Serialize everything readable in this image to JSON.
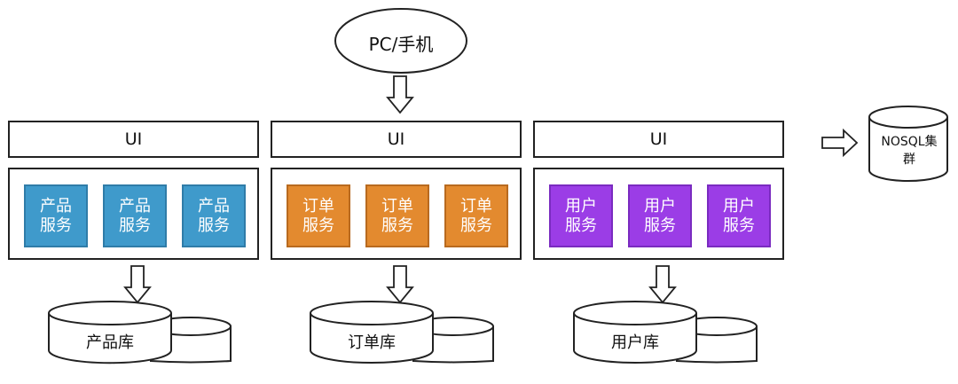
{
  "client": {
    "label": "PC/手机"
  },
  "colors": {
    "product": {
      "fill": "#3f9acb",
      "border": "#2f7ca8"
    },
    "order": {
      "fill": "#e38a2f",
      "border": "#b86a1f"
    },
    "user": {
      "fill": "#9b3de6",
      "border": "#7a2bc0"
    }
  },
  "columns": [
    {
      "ui_label": "UI",
      "services": [
        {
          "line1": "产品",
          "line2": "服务"
        },
        {
          "line1": "产品",
          "line2": "服务"
        },
        {
          "line1": "产品",
          "line2": "服务"
        }
      ],
      "database": "产品库"
    },
    {
      "ui_label": "UI",
      "services": [
        {
          "line1": "订单",
          "line2": "服务"
        },
        {
          "line1": "订单",
          "line2": "服务"
        },
        {
          "line1": "订单",
          "line2": "服务"
        }
      ],
      "database": "订单库"
    },
    {
      "ui_label": "UI",
      "services": [
        {
          "line1": "用户",
          "line2": "服务"
        },
        {
          "line1": "用户",
          "line2": "服务"
        },
        {
          "line1": "用户",
          "line2": "服务"
        }
      ],
      "database": "用户库"
    }
  ],
  "nosql": {
    "line1": "NOSQL集",
    "line2": "群"
  }
}
